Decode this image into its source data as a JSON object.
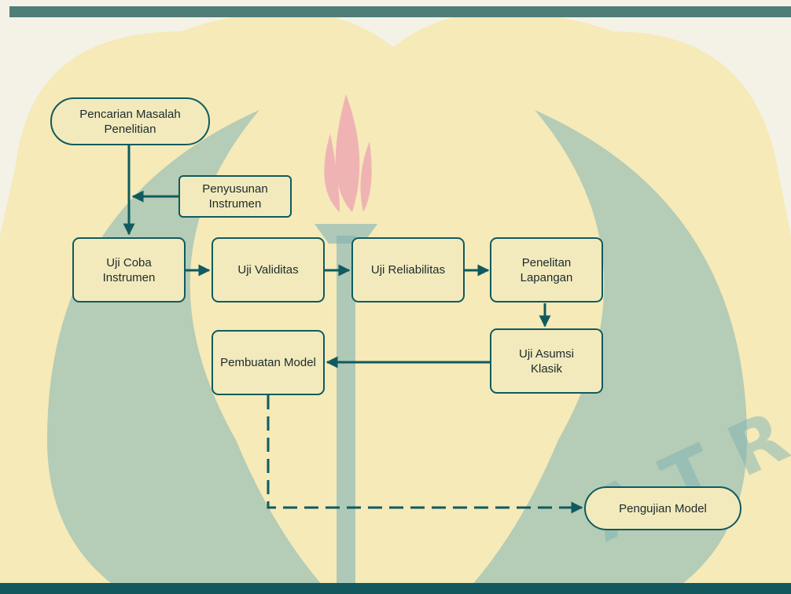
{
  "colors": {
    "background": "#f4f2e6",
    "watermark_yellow": "#f6e7a8",
    "watermark_teal": "#7fb3b5",
    "watermark_pink": "#efa9b3",
    "node_fill": "#f2eabd",
    "stroke": "#0f5b5f",
    "top_bar": "#4f7d78",
    "bottom_bar": "#12585c"
  },
  "nodes": {
    "pencarian": "Pencarian Masalah\nPenelitian",
    "penyusunan": "Penyusunan\nInstrumen",
    "uji_coba": "Uji Coba\nInstrumen",
    "uji_validitas": "Uji Validitas",
    "uji_reliabilitas": "Uji Reliabilitas",
    "penelitian_lapangan": "Penelitan\nLapangan",
    "uji_asumsi": "Uji Asumsi\nKlasik",
    "pembuatan_model": "Pembuatan Model",
    "pengujian_model": "Pengujian Model"
  },
  "watermark": {
    "arc_text": "A  T  R  A"
  }
}
